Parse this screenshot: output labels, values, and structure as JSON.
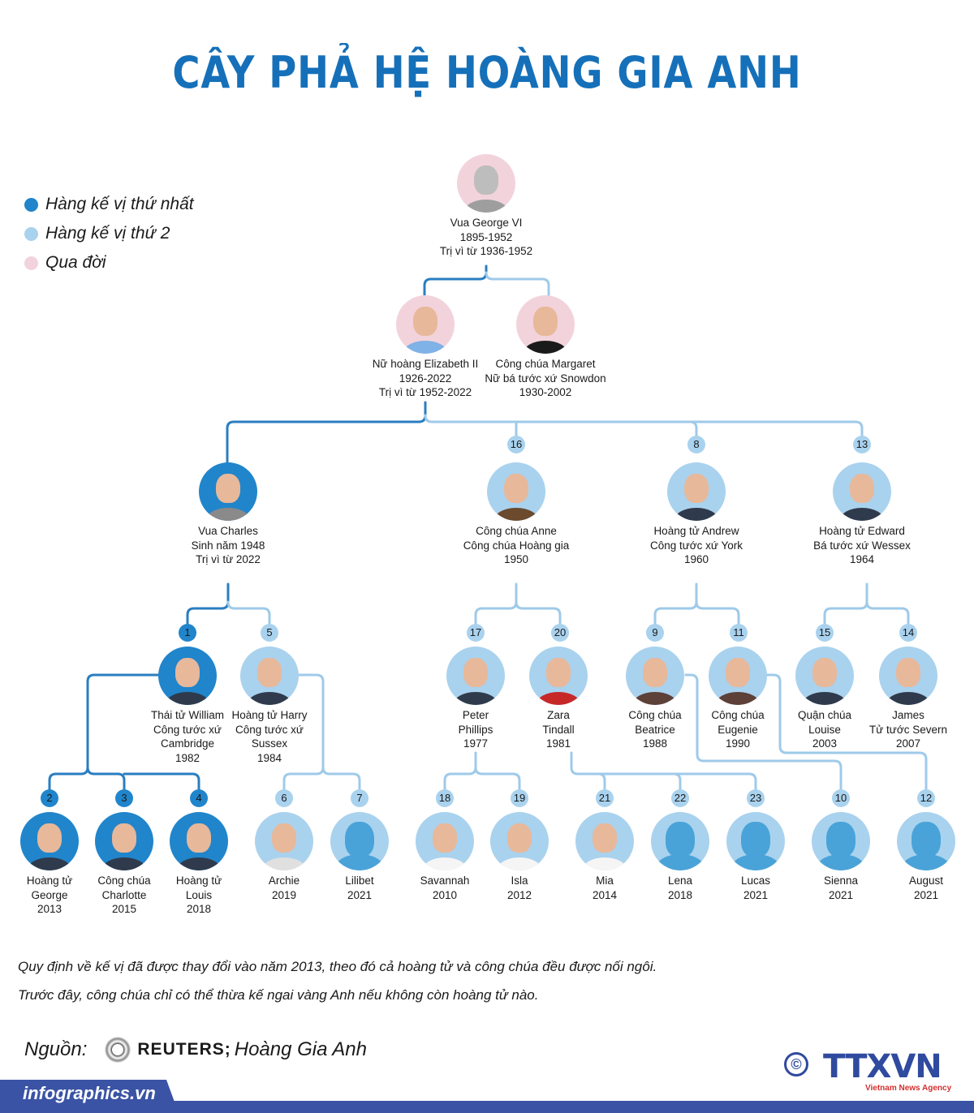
{
  "title": "CÂY PHẢ HỆ HOÀNG GIA ANH",
  "colors": {
    "title": "#1570b9",
    "first_line": "#2185cb",
    "second_line": "#a9d2ee",
    "deceased": "#f2d3dc",
    "line_dark": "#2a7ec0",
    "line_light": "#9fcae9",
    "footer": "#3a53a4"
  },
  "legend": [
    {
      "label": "Hàng kế vị thứ nhất",
      "color": "#2185cb"
    },
    {
      "label": "Hàng kế vị thứ 2",
      "color": "#a9d2ee"
    },
    {
      "label": "Qua đời",
      "color": "#f2d3dc"
    }
  ],
  "people": {
    "george6": {
      "lines": [
        "Vua George VI",
        "1895-1952",
        "Trị vì từ 1936-1952"
      ]
    },
    "elizabeth": {
      "lines": [
        "Nữ hoàng Elizabeth II",
        "1926-2022",
        "Trị vì từ 1952-2022"
      ]
    },
    "margaret": {
      "lines": [
        "Công chúa Margaret",
        "Nữ bá tước xứ Snowdon",
        "1930-2002"
      ]
    },
    "charles": {
      "lines": [
        "Vua Charles",
        "Sinh năm 1948",
        "Trị vì từ 2022"
      ]
    },
    "anne": {
      "rank": "16",
      "lines": [
        "Công chúa Anne",
        "Công chúa Hoàng gia",
        "1950"
      ]
    },
    "andrew": {
      "rank": "8",
      "lines": [
        "Hoàng tử Andrew",
        "Công tước xứ York",
        "1960"
      ]
    },
    "edward": {
      "rank": "13",
      "lines": [
        "Hoàng tử Edward",
        "Bá tước xứ Wessex",
        "1964"
      ]
    },
    "william": {
      "rank": "1",
      "lines": [
        "Thái tử William",
        "Công tước xứ",
        "Cambridge",
        "1982"
      ]
    },
    "harry": {
      "rank": "5",
      "lines": [
        "Hoàng tử Harry",
        "Công tước xứ",
        "Sussex",
        "1984"
      ]
    },
    "peter": {
      "rank": "17",
      "lines": [
        "Peter",
        "Phillips",
        "1977"
      ]
    },
    "zara": {
      "rank": "20",
      "lines": [
        "Zara",
        "Tindall",
        "1981"
      ]
    },
    "beatrice": {
      "rank": "9",
      "lines": [
        "Công chúa",
        "Beatrice",
        "1988"
      ]
    },
    "eugenie": {
      "rank": "11",
      "lines": [
        "Công chúa",
        "Eugenie",
        "1990"
      ]
    },
    "louise": {
      "rank": "15",
      "lines": [
        "Quận chúa",
        "Louise",
        "2003"
      ]
    },
    "james": {
      "rank": "14",
      "lines": [
        "James",
        "Tử tước Severn",
        "2007"
      ]
    },
    "george": {
      "rank": "2",
      "lines": [
        "Hoàng tử",
        "George",
        "2013"
      ]
    },
    "charlotte": {
      "rank": "3",
      "lines": [
        "Công chúa",
        "Charlotte",
        "2015"
      ]
    },
    "louis": {
      "rank": "4",
      "lines": [
        "Hoàng tử",
        "Louis",
        "2018"
      ]
    },
    "archie": {
      "rank": "6",
      "lines": [
        "Archie",
        "2019"
      ]
    },
    "lilibet": {
      "rank": "7",
      "lines": [
        "Lilibet",
        "2021"
      ]
    },
    "savannah": {
      "rank": "18",
      "lines": [
        "Savannah",
        "2010"
      ]
    },
    "isla": {
      "rank": "19",
      "lines": [
        "Isla",
        "2012"
      ]
    },
    "mia": {
      "rank": "21",
      "lines": [
        "Mia",
        "2014"
      ]
    },
    "lena": {
      "rank": "22",
      "lines": [
        "Lena",
        "2018"
      ]
    },
    "lucas": {
      "rank": "23",
      "lines": [
        "Lucas",
        "2021"
      ]
    },
    "sienna": {
      "rank": "10",
      "lines": [
        "Sienna",
        "2021"
      ]
    },
    "august": {
      "rank": "12",
      "lines": [
        "August",
        "2021"
      ]
    }
  },
  "notes": [
    "Quy định về kế vị đã được thay đổi vào năm 2013, theo đó cả hoàng tử và công chúa đều được nối ngôi.",
    "Trước đây, công chúa chỉ có thể thừa kế ngai vàng Anh nếu không còn hoàng tử nào."
  ],
  "source": {
    "label": "Nguồn:",
    "agency": "REUTERS;",
    "extra": "Hoàng Gia Anh"
  },
  "footer": {
    "site": "infographics.vn",
    "copyright": "©",
    "logo": "TTXVN",
    "logo_sub": "Vietnam News Agency"
  }
}
